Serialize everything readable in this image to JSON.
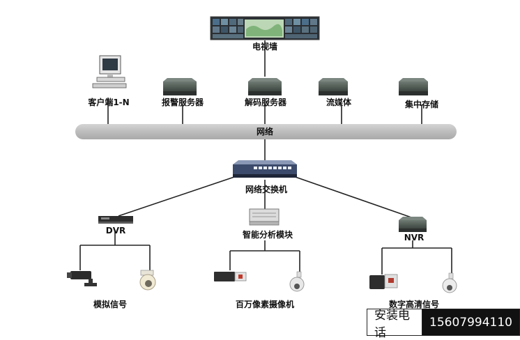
{
  "nodes": {
    "video_wall": "电视墙",
    "client": "客户端1-N",
    "alarm_server": "报警服务器",
    "decode_server": "解码服务器",
    "streaming": "流媒体",
    "central_storage": "集中存储",
    "network": "网络",
    "switch": "网络交换机",
    "dvr": "DVR",
    "analysis_module": "智能分析模块",
    "nvr": "NVR",
    "analog_signal": "模拟信号",
    "megapixel_camera": "百万像素摄像机",
    "digital_hd_signal": "数字高清信号"
  },
  "footer": {
    "label": "安装电话",
    "phone": "15607994110"
  }
}
